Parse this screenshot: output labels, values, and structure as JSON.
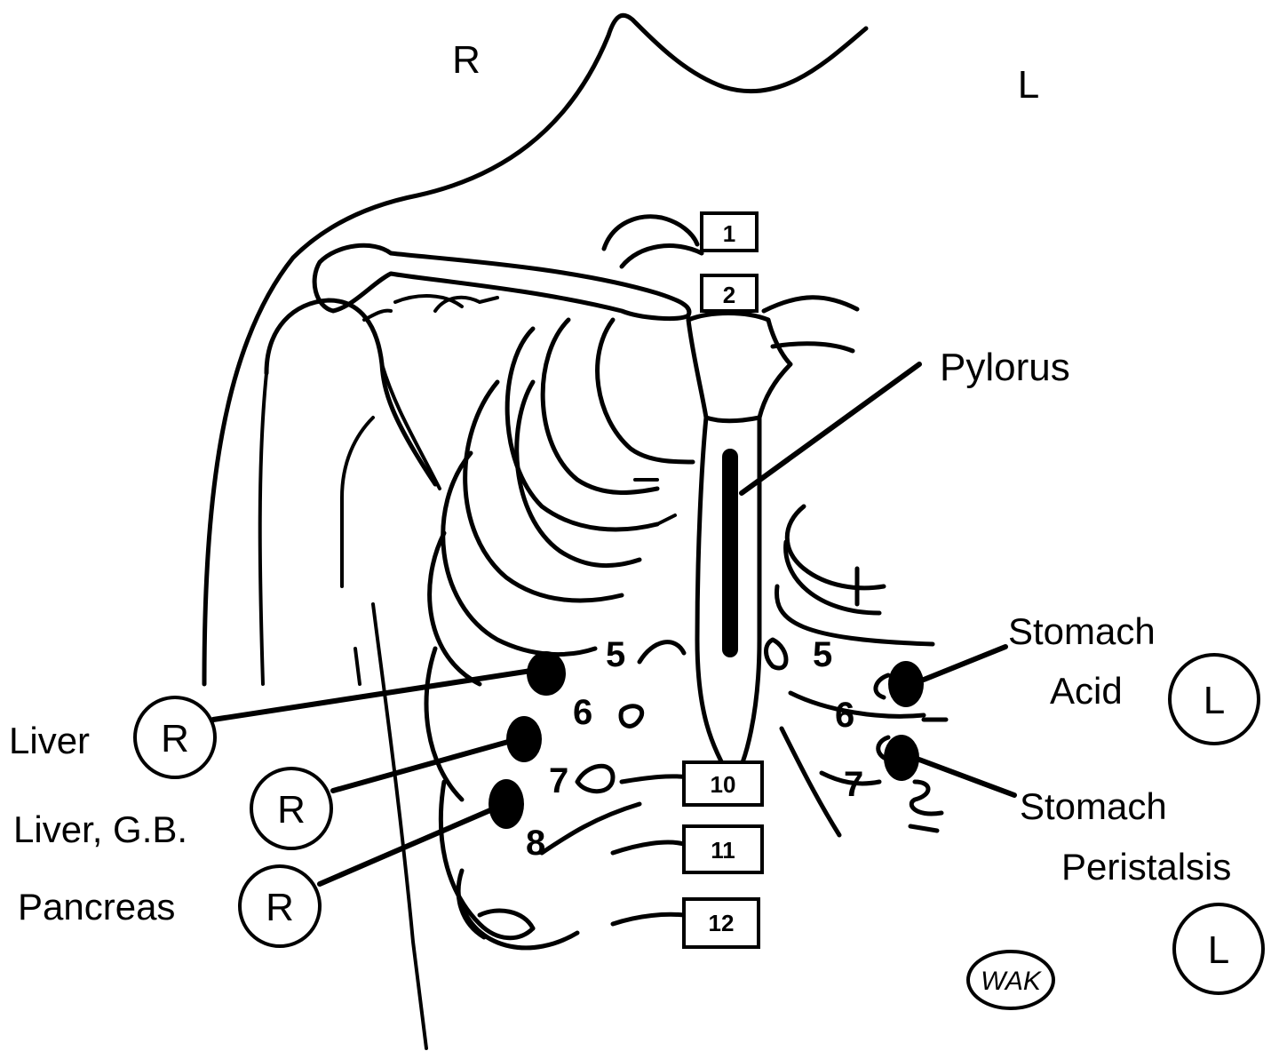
{
  "sides": {
    "right": "R",
    "left": "L"
  },
  "labels": {
    "pylorus": "Pylorus",
    "liver": "Liver",
    "liver_gb": "Liver, G.B.",
    "pancreas": "Pancreas",
    "stomach_acid_1": "Stomach",
    "stomach_acid_2": "Acid",
    "stomach_peristalsis_1": "Stomach",
    "stomach_peristalsis_2": "Peristalsis"
  },
  "badges": {
    "liver": "R",
    "liver_gb": "R",
    "pancreas": "R",
    "stomach_acid": "L",
    "stomach_peristalsis": "L"
  },
  "rib_numbers": {
    "r5": "5",
    "r6": "6",
    "r7": "7",
    "r8": "8",
    "l5": "5",
    "l6": "6",
    "l7": "7"
  },
  "vertebrae": {
    "v1": "1",
    "v2": "2",
    "v10": "10",
    "v11": "11",
    "v12": "12"
  },
  "signature": "WAK",
  "colors": {
    "ink": "#000000",
    "paper": "#ffffff"
  }
}
